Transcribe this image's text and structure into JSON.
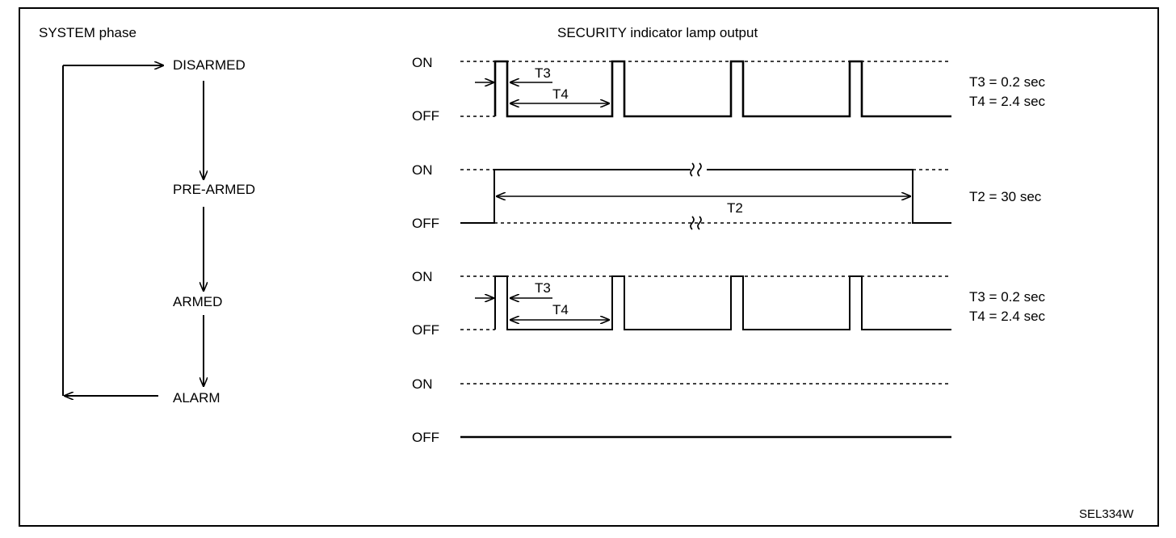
{
  "headers": {
    "system_phase": "SYSTEM phase",
    "lamp_output": "SECURITY indicator lamp output"
  },
  "phases": [
    {
      "name": "DISARMED"
    },
    {
      "name": "PRE-ARMED"
    },
    {
      "name": "ARMED"
    },
    {
      "name": "ALARM"
    }
  ],
  "levels": {
    "on": "ON",
    "off": "OFF"
  },
  "timings": {
    "t2_label": "T2",
    "t3_label": "T3",
    "t4_label": "T4",
    "t3_value": "T3 = 0.2 sec",
    "t4_value": "T4 = 2.4 sec",
    "t2_value": "T2 = 30 sec"
  },
  "figure_ref": "SEL334W"
}
